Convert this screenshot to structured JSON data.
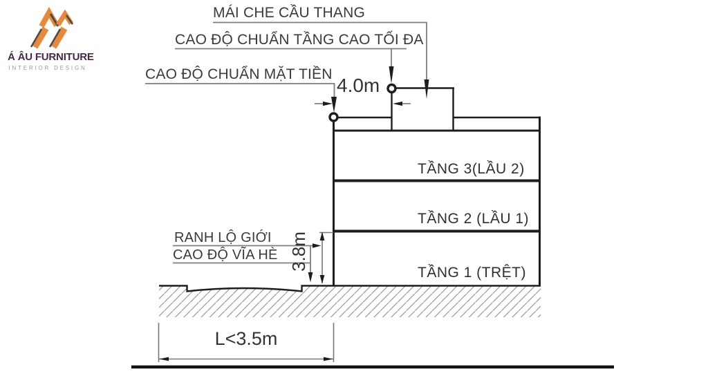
{
  "logo": {
    "title": "Á ÂU FURNITURE",
    "subtitle": "INTERIOR DESIGN",
    "orange": "#e8883a",
    "dark": "#4b4b4e",
    "purple": "#46284a"
  },
  "labels": {
    "roof_cover": "MÁI CHE CẦU THANG",
    "max_height_level": "CAO ĐỘ CHUẨN TẦNG CAO TỐI ĐA",
    "facade_level": "CAO ĐỘ CHUẨN MẶT TIỀN",
    "road_boundary": "RANH LỘ GIỚI",
    "sidewalk_level": "CAO ĐỘ VĨA HÈ"
  },
  "floors": [
    {
      "label": "TẦNG 3(LẦU 2)"
    },
    {
      "label": "TẦNG 2 (LẦU 1)"
    },
    {
      "label": "TẦNG 1 (TRỆT)"
    }
  ],
  "dimensions": {
    "roof_setback": "4.0m",
    "ground_floor_height": "3.8m",
    "width_limit": "L<3.5m"
  },
  "colors": {
    "building_line": "#1d1d1d",
    "leader_line": "#7d7d7d",
    "hatch_line": "#9d9d9d"
  }
}
